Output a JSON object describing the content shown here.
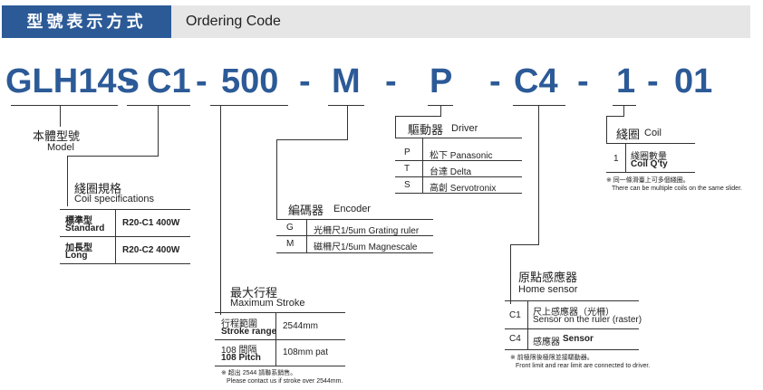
{
  "header": {
    "title": "型號表示方式",
    "subtitle": "Ordering Code"
  },
  "code": {
    "model": "GLH14S",
    "coil": "C1",
    "stroke": "500",
    "encoder": "M",
    "driver": "P",
    "home": "C4",
    "coil_count": "1",
    "suffix": "01",
    "dash": "-"
  },
  "model": {
    "zh": "本體型號",
    "en": "Model"
  },
  "coil_spec": {
    "zh": "綫圈規格",
    "en": "Coil specifications",
    "rows": [
      {
        "zh": "標準型",
        "en": "Standard",
        "value": "R20-C1 400W"
      },
      {
        "zh": "加長型",
        "en": "Long",
        "value": "R20-C2 400W"
      }
    ]
  },
  "stroke": {
    "zh": "最大行程",
    "en": "Maximum Stroke",
    "rows": [
      {
        "zh": "行程範圍",
        "en": "Stroke range",
        "value": "2544mm"
      },
      {
        "zh": "108 間隔",
        "en": "108 Pitch",
        "value": "108mm pat"
      }
    ],
    "note_zh": "※ 超出 2544 請聯系銷售。",
    "note_en": "Please contact us if stroke over 2544mm."
  },
  "encoder": {
    "zh": "編碼器",
    "en": "Encoder",
    "rows": [
      {
        "code": "G",
        "value": "光柵尺1/5um Grating ruler"
      },
      {
        "code": "M",
        "value": "磁柵尺1/5um Magnescale"
      }
    ]
  },
  "driver": {
    "zh": "驅動器",
    "en": "Driver",
    "rows": [
      {
        "code": "P",
        "value": "松下 Panasonic"
      },
      {
        "code": "T",
        "value": "台達 Delta"
      },
      {
        "code": "S",
        "value": "高創 Servotronix"
      }
    ]
  },
  "home": {
    "zh": "原點感應器",
    "en": "Home sensor",
    "rows": [
      {
        "code": "C1",
        "zh": "尺上感應器（光柵）",
        "en": "Sensor on the ruler (raster)"
      },
      {
        "code": "C4",
        "zh": "感應器",
        "en": "Sensor"
      }
    ],
    "note_zh": "※ 前極限後極限並接驅動器。",
    "note_en": "Front limit and rear limit are connected to driver."
  },
  "coil": {
    "zh": "綫圈",
    "en": "Coil",
    "row": {
      "code": "1",
      "zh": "綫圈數量",
      "en": "Coil Q'ty"
    },
    "note_zh": "※ 同一條滑臺上可多個綫圈。",
    "note_en": "There can be multiple coils on the same slider."
  },
  "colors": {
    "brand": "#2c5a97",
    "header_bg": "#e6e6e6"
  }
}
